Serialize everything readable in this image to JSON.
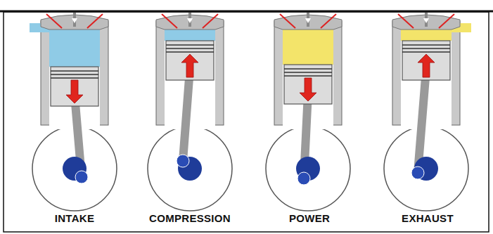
{
  "diagram": {
    "labels": [
      "INTAKE",
      "COMPRESSION",
      "POWER",
      "EXHAUST"
    ]
  }
}
